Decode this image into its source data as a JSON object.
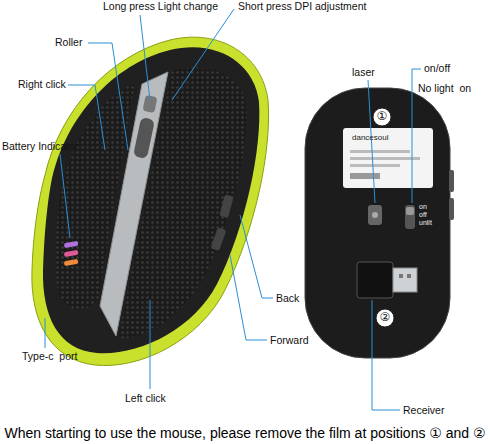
{
  "diagram": {
    "caption": "When starting to use the mouse, please remove the film at positions ① and ②",
    "labels": [
      "Long press Light change",
      "Short press DPI adjustment",
      "Roller",
      "Right click",
      "Battery Indicator",
      "Back",
      "Forward",
      "Left click",
      "Type-c  port",
      "laser",
      "on/off",
      "No light  on",
      "①",
      "dancesoul",
      "on",
      "off",
      "unlit",
      "②",
      "Receiver"
    ]
  }
}
